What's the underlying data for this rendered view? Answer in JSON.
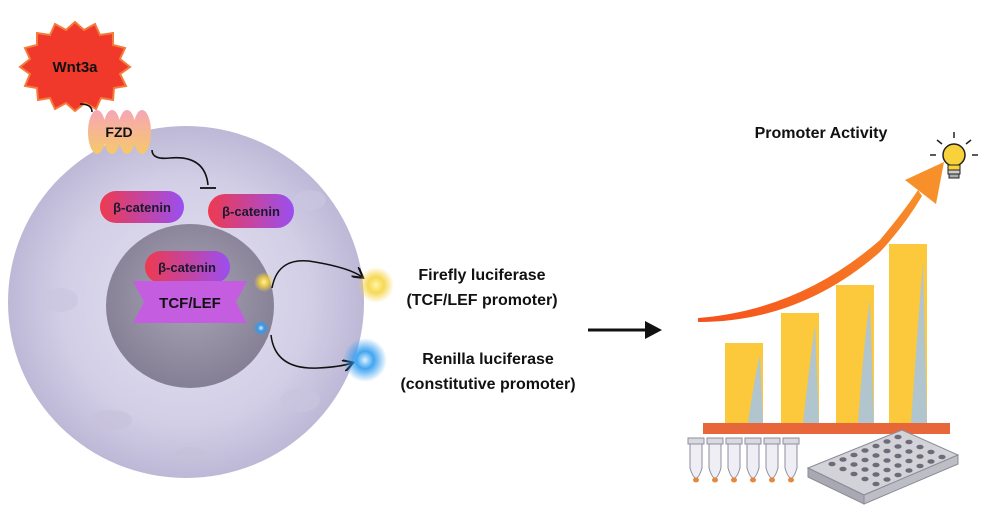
{
  "ligand": {
    "label": "Wnt3a",
    "color": "#f0392a"
  },
  "receptor": {
    "label": "FZD"
  },
  "proteins": {
    "beta_catenin_1": "β-catenin",
    "beta_catenin_2": "β-catenin",
    "beta_catenin_nuclear": "β-catenin",
    "tcf_lef": "TCF/LEF"
  },
  "reporters": {
    "firefly_name": "Firefly luciferase",
    "firefly_promoter": "(TCF/LEF promoter)",
    "renilla_name": "Renilla luciferase",
    "renilla_promoter": "(constitutive promoter)"
  },
  "readout": {
    "title": "Promoter Activity"
  },
  "colors": {
    "cell": "#d4d0e8",
    "nucleus": "#9b97a8",
    "pill_left": "#ea3b57",
    "pill_right": "#9b4fe8",
    "tcf": "#c45de0",
    "firefly_glow": "#f5d23a",
    "renilla_glow": "#2e9bf0",
    "bars": "#fbc93b",
    "plate_bar": "#e8673a",
    "arrow_orange": "#f06a1c"
  },
  "icons": [
    "lightbulb-icon",
    "tube-icon",
    "well-plate-icon",
    "arrow-right-icon"
  ]
}
